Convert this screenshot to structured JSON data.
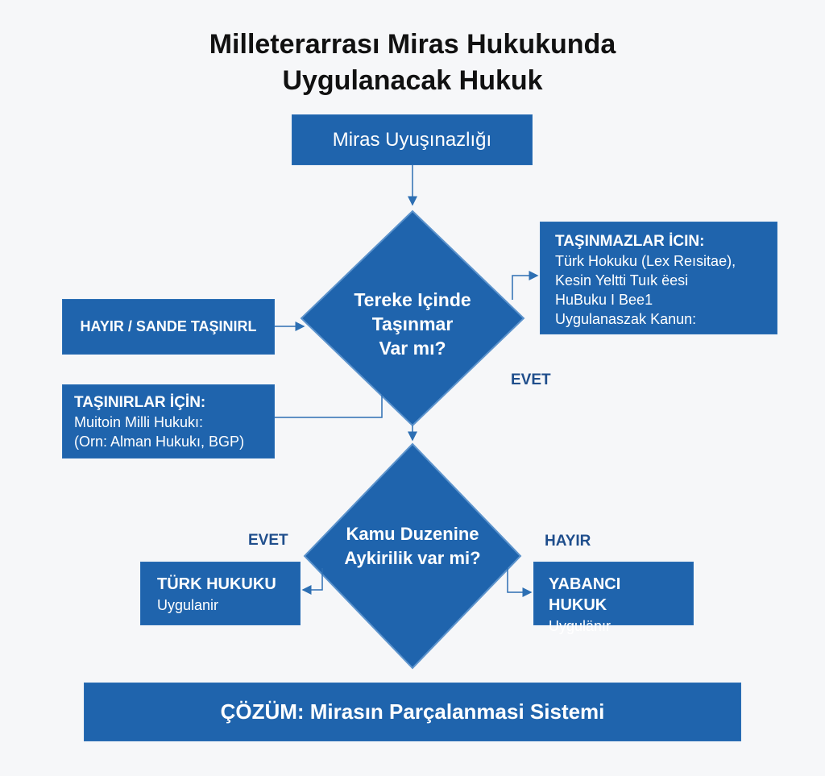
{
  "title": {
    "line1": "Milleterarrası Miras Hukukunda",
    "line2": "Uygulanacak Hukuk"
  },
  "start_box": "Miras Uyuşınazlığı",
  "decision1": {
    "line1": "Tereke Içinde",
    "line2": "Taşınmar",
    "line3": "Var mı?"
  },
  "left_no_box": "HAYIR / SANDE TAŞINIRL",
  "immovables_box": {
    "heading": "TAŞINMAZLAR İCIN:",
    "lines": [
      "Türk Hokuku (Lex Reısitae),",
      "Kesin Yeltti  Tuık ëesi",
      "HuBuku I Bee1",
      "Uygulanaszak Kanun:"
    ]
  },
  "yes_label_1": "EVET",
  "movables_box": {
    "heading": "TAŞINIRLAR İÇİN:",
    "lines": [
      "Muitoin Milli Hukukı:",
      "(Orn: Alman Hukukı, BGP)"
    ]
  },
  "decision2": {
    "line1": "Kamu Duzenine",
    "line2": "Aykirilik var mi?"
  },
  "yes_label_2": "EVET",
  "no_label_2": "HAYIR",
  "turkish_box": {
    "heading": "TÜRK HUKUKU",
    "sub": "Uygulanir"
  },
  "foreign_box": {
    "heading": "YABANCI HUKUK",
    "sub": "Uygulänır"
  },
  "solution_box": "ÇÖZÜM: Mirasın Parçalanmasi Sistemi",
  "colors": {
    "box": "#1f64ad",
    "label": "#1f4e8c",
    "line": "#2d6fb3"
  }
}
